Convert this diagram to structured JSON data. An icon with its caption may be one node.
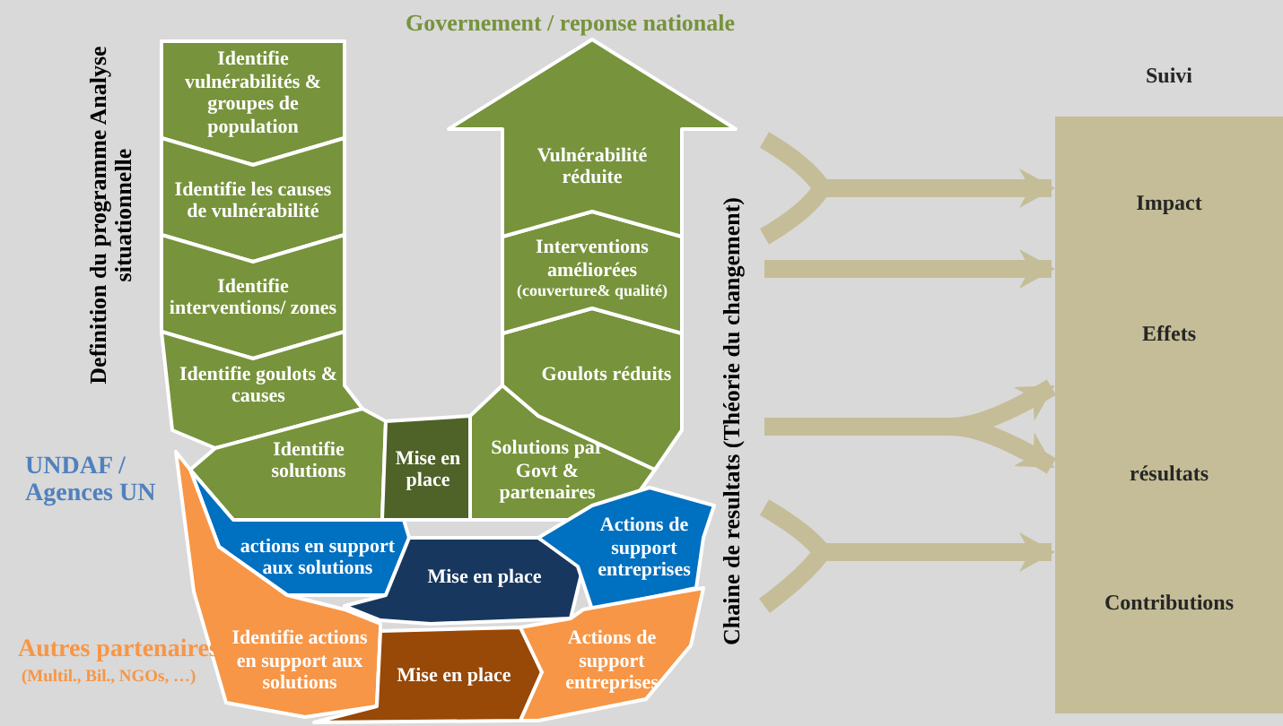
{
  "diagram": {
    "nodes": [
      {
        "text": [
          "Identifie vulnérabilités & groupes de population"
        ]
      },
      {
        "text": [
          "Identifie les causes de vulnérabilité"
        ]
      },
      {
        "text": [
          "Identifie interventions/ zones"
        ]
      },
      {
        "text": [
          "Identifie goulots & causes"
        ]
      },
      {
        "text": [
          "Identifie solutions"
        ]
      },
      {
        "text": [
          "Mise en place"
        ]
      },
      {
        "text": [
          "Solutions par Govt & partenaires"
        ]
      },
      {
        "text": [
          "Goulots réduits"
        ]
      },
      {
        "text": [
          "Interventions améliorées",
          "(couverture& qualité)"
        ]
      },
      {
        "text": [
          "Vulnérabilité réduite"
        ]
      },
      {
        "text": [
          "actions en support aux solutions"
        ]
      },
      {
        "text": [
          "Mise en place"
        ]
      },
      {
        "text": [
          "Actions de support entreprises"
        ]
      },
      {
        "text": [
          "Identifie actions en support aux solutions"
        ]
      },
      {
        "text": [
          "Mise en place"
        ]
      },
      {
        "text": [
          "Actions de support entreprises"
        ]
      },
      {
        "text": [
          "Suivi",
          "Impact",
          "Effets",
          "résultats",
          "Contributions"
        ]
      },
      {
        "text": [
          "Chaine de resultats (Théorie du changement)"
        ]
      }
    ],
    "edges": [
      {
        "from": 17,
        "to": 16,
        "arrow": "to"
      },
      {
        "from": 17,
        "to": 16,
        "arrow": "to"
      },
      {
        "from": 17,
        "to": 16,
        "arrow": "to"
      },
      {
        "from": 17,
        "to": 16,
        "arrow": "to"
      },
      {
        "from": 17,
        "to": 16,
        "arrow": "to"
      }
    ],
    "labels": [
      "Governement / reponse nationale",
      "Definition du programme Analyse situationnelle",
      "UNDAF / Agences UN",
      "Autres partenaires",
      "(Multil., Bil., NGOs, …)"
    ]
  }
}
